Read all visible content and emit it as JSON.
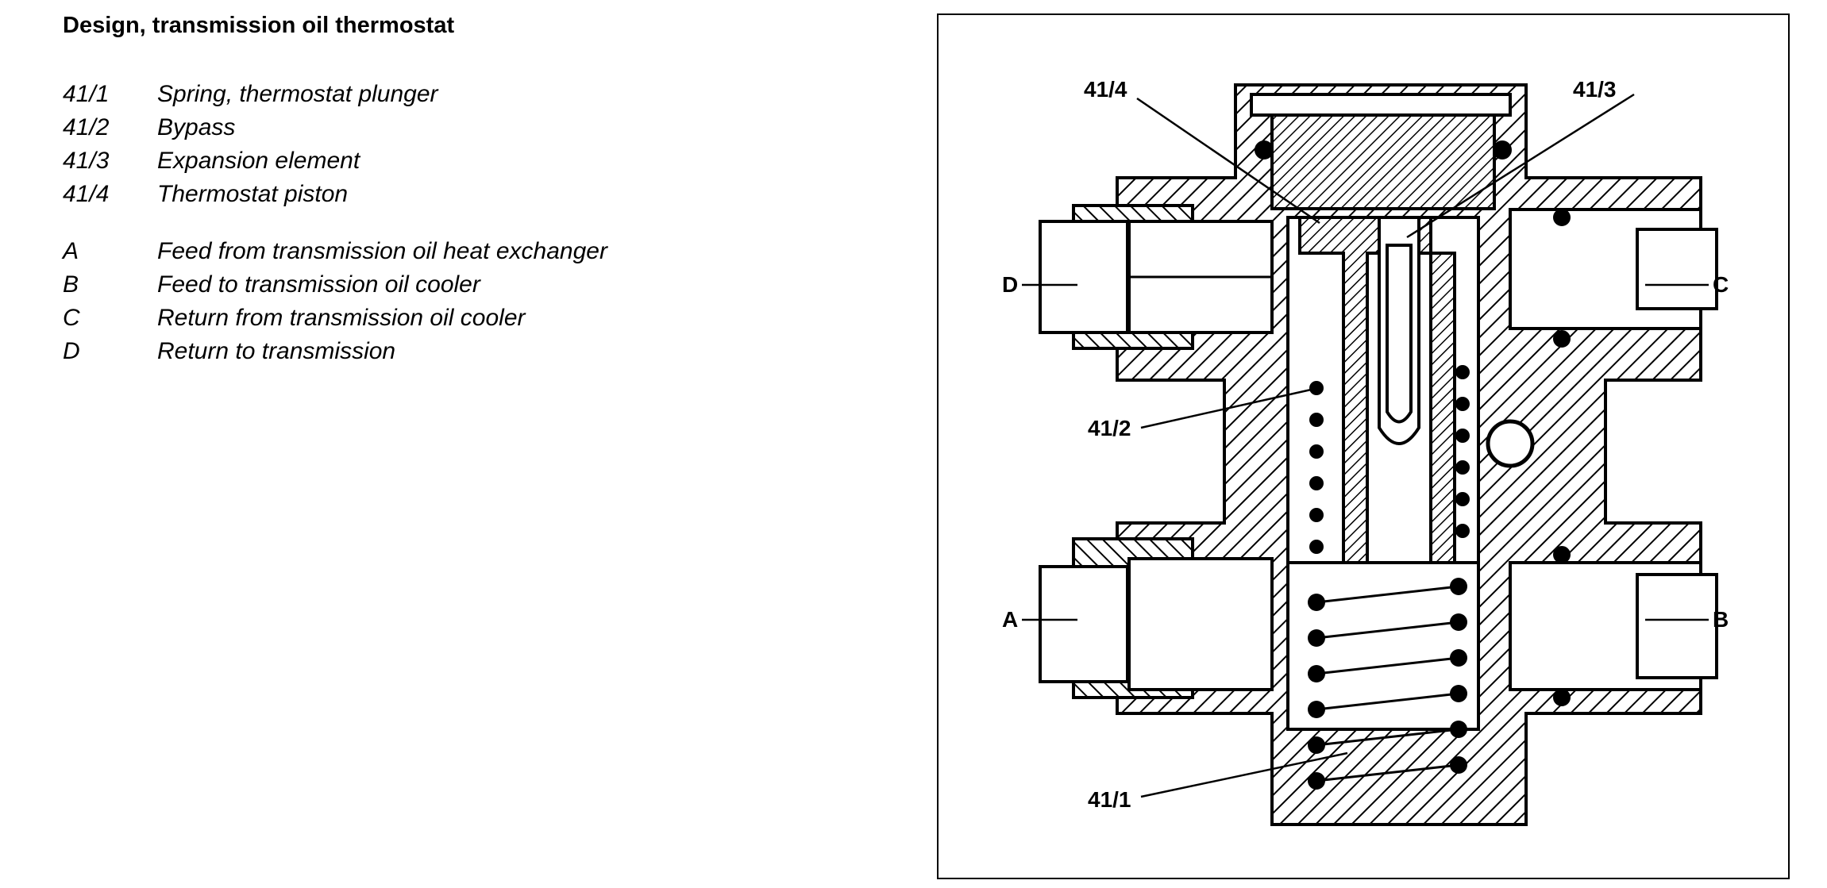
{
  "title": "Design, transmission oil thermostat",
  "legend": [
    {
      "code": "41/1",
      "text": "Spring, thermostat plunger"
    },
    {
      "code": "41/2",
      "text": "Bypass"
    },
    {
      "code": "41/3",
      "text": "Expansion element"
    },
    {
      "code": "41/4",
      "text": "Thermostat piston"
    },
    {
      "code": "A",
      "text": "Feed from transmission oil heat exchanger"
    },
    {
      "code": "B",
      "text": "Feed to transmission oil cooler"
    },
    {
      "code": "C",
      "text": "Return from transmission oil cooler"
    },
    {
      "code": "D",
      "text": "Return to transmission"
    }
  ],
  "figure": {
    "labels": {
      "l41_4": "41/4",
      "l41_3": "41/3",
      "l41_2": "41/2",
      "l41_1": "41/1",
      "D": "D",
      "C": "C",
      "A": "A",
      "B": "B"
    }
  }
}
